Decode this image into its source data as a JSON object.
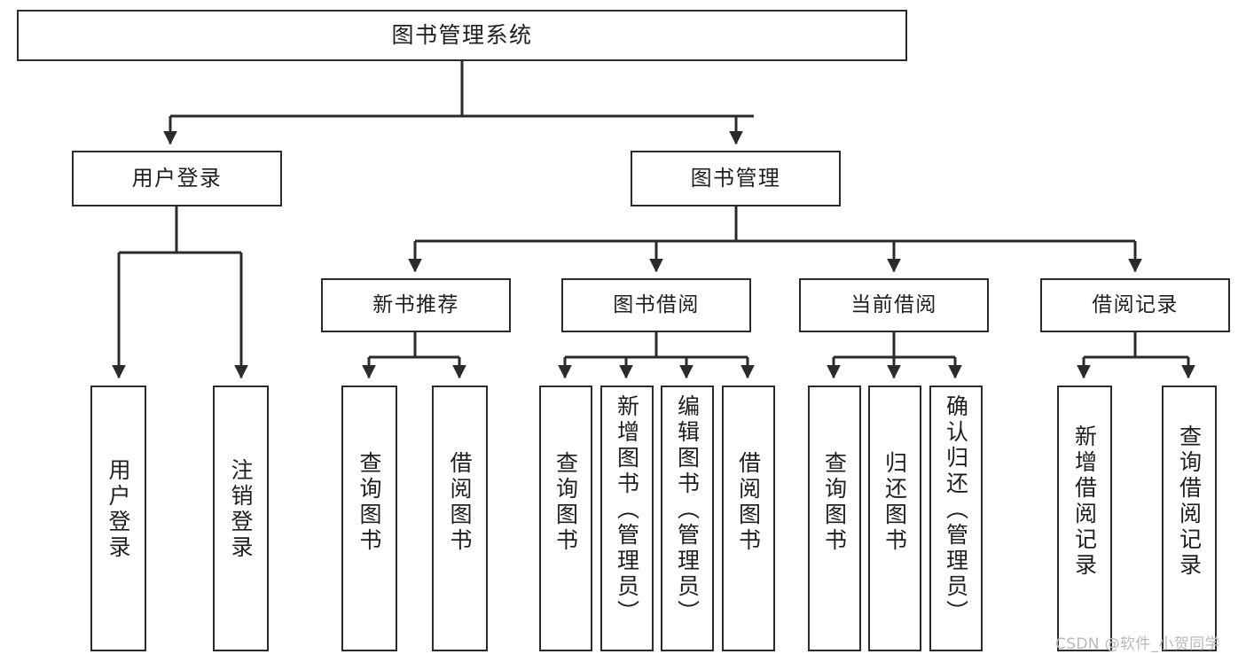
{
  "diagram": {
    "title": "图书管理系统",
    "type": "tree",
    "orientation": "top-down",
    "stroke_color": "#2b2b2b",
    "fill_color": "#ffffff",
    "text_color": "#1f1f1f",
    "watermark": "CSDN @软件_小贺同学"
  },
  "nodes": {
    "root": {
      "label": "图书管理系统"
    },
    "level2": [
      {
        "label": "用户登录"
      },
      {
        "label": "图书管理"
      }
    ],
    "level3": [
      {
        "label": "新书推荐"
      },
      {
        "label": "图书借阅"
      },
      {
        "label": "当前借阅"
      },
      {
        "label": "借阅记录"
      }
    ],
    "leaves_user_login": [
      {
        "label": "用户登录"
      },
      {
        "label": "注销登录"
      }
    ],
    "leaves_new_book": [
      {
        "label": "查询图书"
      },
      {
        "label": "借阅图书"
      }
    ],
    "leaves_borrow": [
      {
        "label": "查询图书"
      },
      {
        "label": "新增图书（管理员）"
      },
      {
        "label": "编辑图书（管理员）"
      },
      {
        "label": "借阅图书"
      }
    ],
    "leaves_current": [
      {
        "label": "查询图书"
      },
      {
        "label": "归还图书"
      },
      {
        "label": "确认归还（管理员）"
      }
    ],
    "leaves_records": [
      {
        "label": "新增借阅记录"
      },
      {
        "label": "查询借阅记录"
      }
    ]
  },
  "edges": [
    {
      "from": "图书管理系统",
      "to": "用户登录"
    },
    {
      "from": "图书管理系统",
      "to": "图书管理"
    },
    {
      "from": "用户登录",
      "to": "用户登录"
    },
    {
      "from": "用户登录",
      "to": "注销登录"
    },
    {
      "from": "图书管理",
      "to": "新书推荐"
    },
    {
      "from": "图书管理",
      "to": "图书借阅"
    },
    {
      "from": "图书管理",
      "to": "当前借阅"
    },
    {
      "from": "图书管理",
      "to": "借阅记录"
    },
    {
      "from": "新书推荐",
      "to": "查询图书"
    },
    {
      "from": "新书推荐",
      "to": "借阅图书"
    },
    {
      "from": "图书借阅",
      "to": "查询图书"
    },
    {
      "from": "图书借阅",
      "to": "新增图书（管理员）"
    },
    {
      "from": "图书借阅",
      "to": "编辑图书（管理员）"
    },
    {
      "from": "图书借阅",
      "to": "借阅图书"
    },
    {
      "from": "当前借阅",
      "to": "查询图书"
    },
    {
      "from": "当前借阅",
      "to": "归还图书"
    },
    {
      "from": "当前借阅",
      "to": "确认归还（管理员）"
    },
    {
      "from": "借阅记录",
      "to": "新增借阅记录"
    },
    {
      "from": "借阅记录",
      "to": "查询借阅记录"
    }
  ]
}
